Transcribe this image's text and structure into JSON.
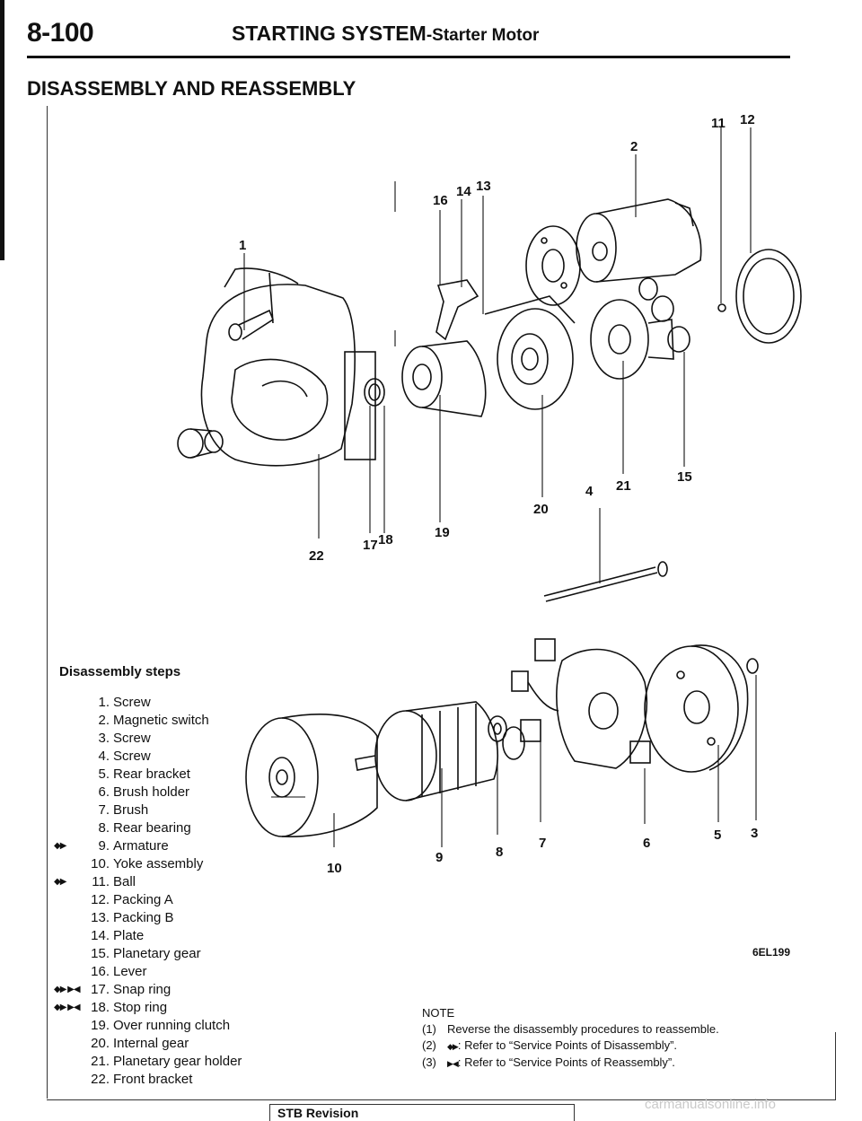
{
  "header": {
    "page_number": "8-100",
    "section": "STARTING SYSTEM",
    "subsection": "-Starter Motor"
  },
  "section_title": "DISASSEMBLY AND REASSEMBLY",
  "callouts": [
    "1",
    "2",
    "3",
    "4",
    "5",
    "6",
    "7",
    "8",
    "9",
    "10",
    "11",
    "12",
    "13",
    "14",
    "15",
    "16",
    "17",
    "18",
    "19",
    "20",
    "21",
    "22"
  ],
  "disassembly": {
    "title": "Disassembly steps",
    "steps": [
      {
        "num": "1.",
        "name": "Screw",
        "marks": ""
      },
      {
        "num": "2.",
        "name": "Magnetic switch",
        "marks": ""
      },
      {
        "num": "3.",
        "name": "Screw",
        "marks": ""
      },
      {
        "num": "4.",
        "name": "Screw",
        "marks": ""
      },
      {
        "num": "5.",
        "name": "Rear bracket",
        "marks": ""
      },
      {
        "num": "6.",
        "name": "Brush holder",
        "marks": ""
      },
      {
        "num": "7.",
        "name": "Brush",
        "marks": ""
      },
      {
        "num": "8.",
        "name": "Rear bearing",
        "marks": ""
      },
      {
        "num": "9.",
        "name": "Armature",
        "marks": "◆▶"
      },
      {
        "num": "10.",
        "name": "Yoke assembly",
        "marks": ""
      },
      {
        "num": "11.",
        "name": "Ball",
        "marks": "◆▶"
      },
      {
        "num": "12.",
        "name": "Packing A",
        "marks": ""
      },
      {
        "num": "13.",
        "name": "Packing B",
        "marks": ""
      },
      {
        "num": "14.",
        "name": "Plate",
        "marks": ""
      },
      {
        "num": "15.",
        "name": "Planetary gear",
        "marks": ""
      },
      {
        "num": "16.",
        "name": "Lever",
        "marks": ""
      },
      {
        "num": "17.",
        "name": "Snap ring",
        "marks": "◆▶ ▶◀"
      },
      {
        "num": "18.",
        "name": "Stop ring",
        "marks": "◆▶ ▶◀"
      },
      {
        "num": "19.",
        "name": "Over running clutch",
        "marks": ""
      },
      {
        "num": "20.",
        "name": "Internal gear",
        "marks": ""
      },
      {
        "num": "21.",
        "name": "Planetary gear holder",
        "marks": ""
      },
      {
        "num": "22.",
        "name": "Front bracket",
        "marks": ""
      }
    ]
  },
  "figure_code": "6EL199",
  "note": {
    "title": "NOTE",
    "lines": [
      {
        "num": "(1)",
        "marks": "",
        "text": "Reverse the disassembly procedures to reassemble."
      },
      {
        "num": "(2)",
        "marks": "◆▶",
        "text": ": Refer to “Service Points of Disassembly”."
      },
      {
        "num": "(3)",
        "marks": "▶◀",
        "text": ": Refer to “Service Points of Reassembly”."
      }
    ]
  },
  "footer": {
    "revision_label": "STB Revision",
    "watermark": "carmanualsonline.info"
  }
}
